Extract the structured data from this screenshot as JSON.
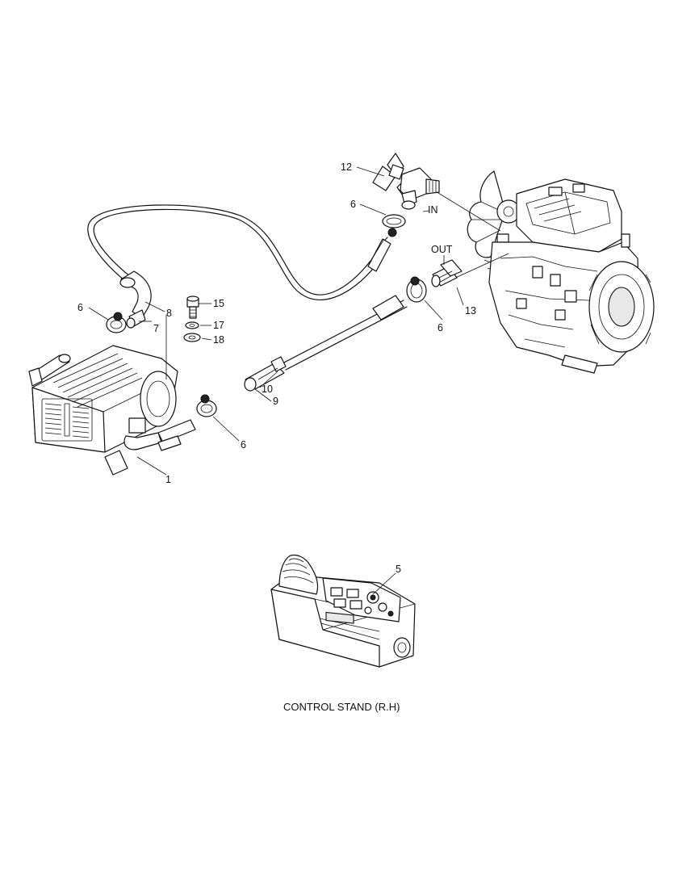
{
  "labels": {
    "p1": "1",
    "p5": "5",
    "p6a": "6",
    "p6b": "6",
    "p6c": "6",
    "p6d": "6",
    "p7": "7",
    "p8": "8",
    "p9": "9",
    "p10": "10",
    "p12": "12",
    "p13": "13",
    "p15": "15",
    "p17": "17",
    "p18": "18",
    "in": "IN",
    "out": "OUT"
  },
  "caption": "CONTROL STAND (R.H)"
}
